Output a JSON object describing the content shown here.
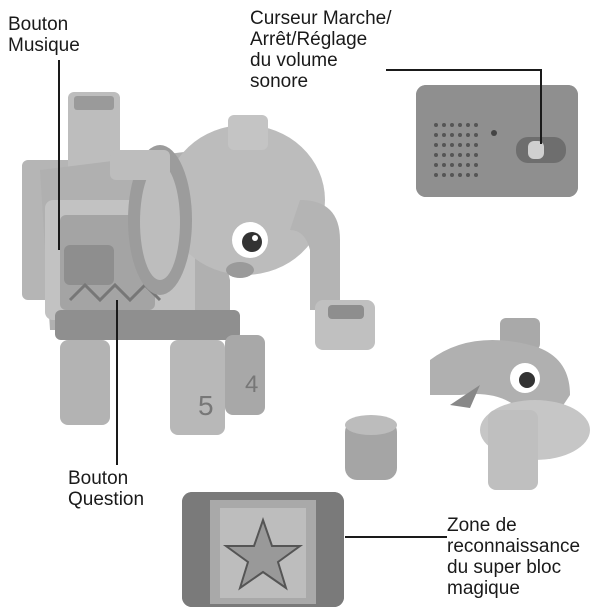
{
  "labels": {
    "music_button": "Bouton\nMusique",
    "power_volume_slider": "Curseur Marche/\nArrêt/Réglage\ndu volume\nsonore",
    "question_button": "Bouton\nQuestion",
    "recognition_zone": "Zone de\nreconnaissance\ndu super bloc\nmagique"
  },
  "product_markings": {
    "number_front": "5",
    "number_back": "4"
  },
  "colors": {
    "toy_gray": "#a9a9a9",
    "toy_dark": "#7a7a7a",
    "inset_bg": "#9a9a9a",
    "line": "#1a1a1a"
  }
}
